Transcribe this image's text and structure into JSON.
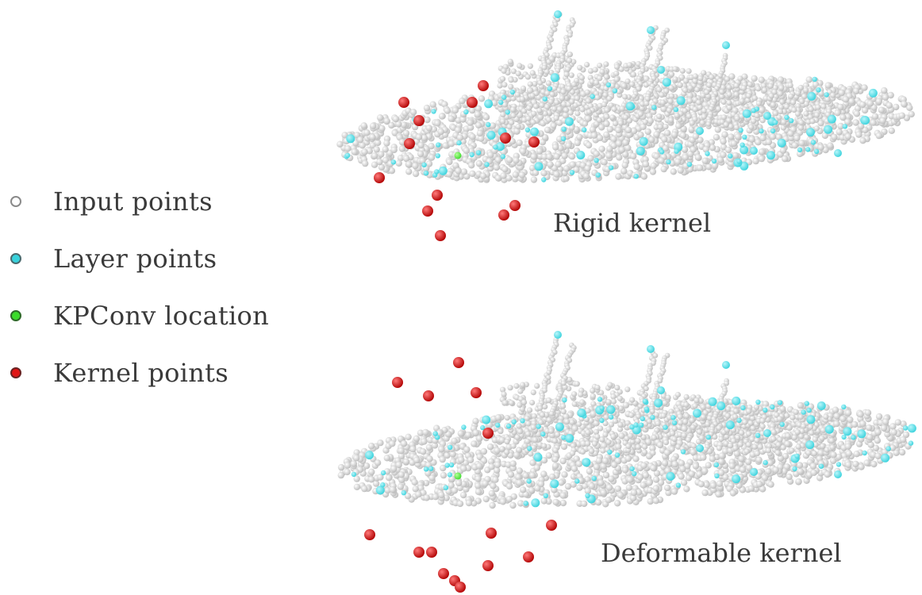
{
  "legend": {
    "items": [
      {
        "label": "Input points",
        "color": "#ffffff",
        "marker": "open-circle-icon"
      },
      {
        "label": "Layer points",
        "color": "#39d2dc",
        "marker": "cyan-dot-icon"
      },
      {
        "label": "KPConv location",
        "color": "#3bdc2a",
        "marker": "green-dot-icon"
      },
      {
        "label": "Kernel points",
        "color": "#e01414",
        "marker": "red-dot-icon"
      }
    ]
  },
  "panels": {
    "rigid": {
      "caption": "Rigid kernel"
    },
    "deformable": {
      "caption": "Deformable kernel"
    }
  },
  "colors": {
    "input": "#e6e6e6",
    "layer": "#39d2dc",
    "kpconv": "#3bdc2a",
    "kernel": "#e01414"
  }
}
